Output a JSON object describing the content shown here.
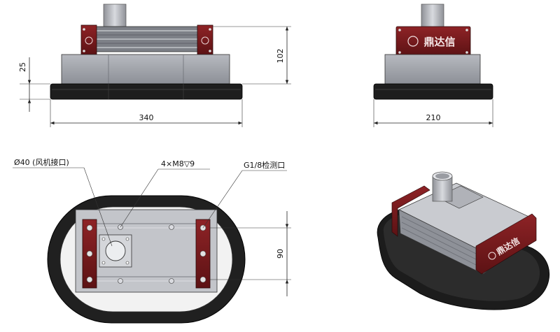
{
  "brand": {
    "logo_text": "鼎达信"
  },
  "front_view": {
    "dim_width": "340",
    "dim_height": "102",
    "dim_base": "25"
  },
  "side_view": {
    "dim_width": "210"
  },
  "top_view": {
    "callout_inlet": "Ø40 (风机接口)",
    "callout_screw": "4×M8▽9",
    "callout_port": "G1/8检测口",
    "dim_pitch": "90"
  },
  "colors": {
    "metal": "#9a9ca3",
    "dark": "#1e1e1e",
    "red": "#7a1a1c",
    "line": "#222222"
  }
}
